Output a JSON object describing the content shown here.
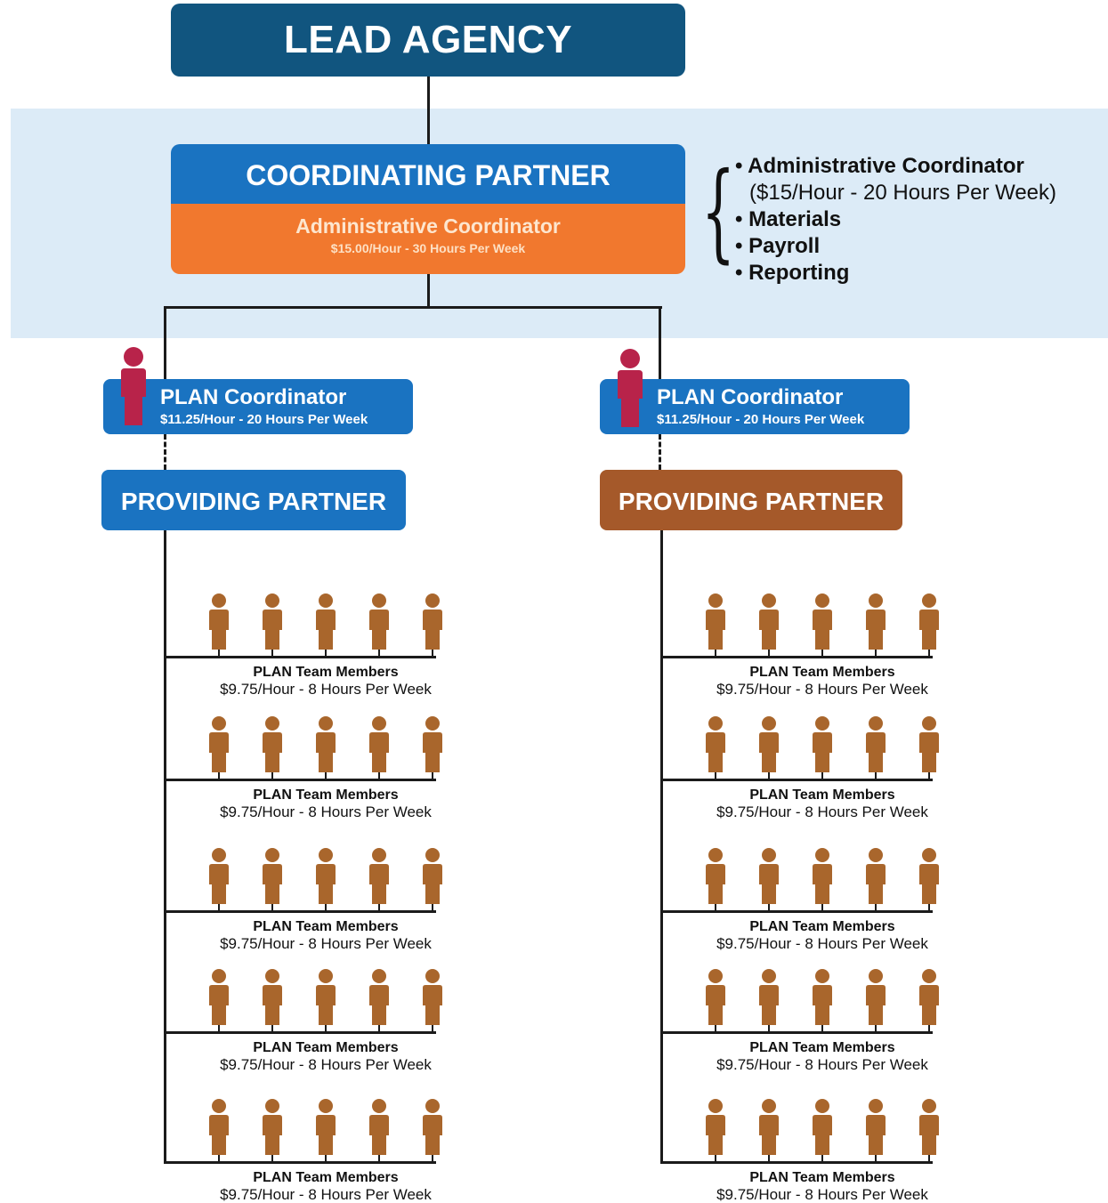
{
  "lead_agency": {
    "title": "LEAD AGENCY"
  },
  "coordinating_partner": {
    "title": "COORDINATING PARTNER",
    "role": "Administrative Coordinator",
    "rate": "$15.00/Hour - 30 Hours Per Week"
  },
  "responsibilities": {
    "items": [
      "• Administrative Coordinator",
      "($15/Hour - 20 Hours Per Week)",
      "• Materials",
      "• Payroll",
      "• Reporting"
    ]
  },
  "branches": [
    {
      "plan_coordinator": {
        "title": "PLAN Coordinator",
        "rate": "$11.25/Hour - 20 Hours Per Week"
      },
      "providing_partner": {
        "title": "PROVIDING PARTNER",
        "color": "#1a73c1"
      },
      "teams": [
        {
          "title": "PLAN Team Members",
          "rate": "$9.75/Hour - 8 Hours Per Week"
        },
        {
          "title": "PLAN Team Members",
          "rate": "$9.75/Hour - 8 Hours Per Week"
        },
        {
          "title": "PLAN Team Members",
          "rate": "$9.75/Hour - 8 Hours Per Week"
        },
        {
          "title": "PLAN Team Members",
          "rate": "$9.75/Hour - 8 Hours Per Week"
        },
        {
          "title": "PLAN Team Members",
          "rate": "$9.75/Hour - 8 Hours Per Week"
        }
      ]
    },
    {
      "plan_coordinator": {
        "title": "PLAN Coordinator",
        "rate": "$11.25/Hour - 20 Hours Per Week"
      },
      "providing_partner": {
        "title": "PROVIDING PARTNER",
        "color": "#a5592a"
      },
      "teams": [
        {
          "title": "PLAN Team Members",
          "rate": "$9.75/Hour - 8 Hours Per Week"
        },
        {
          "title": "PLAN Team Members",
          "rate": "$9.75/Hour - 8 Hours Per Week"
        },
        {
          "title": "PLAN Team Members",
          "rate": "$9.75/Hour - 8 Hours Per Week"
        },
        {
          "title": "PLAN Team Members",
          "rate": "$9.75/Hour - 8 Hours Per Week"
        },
        {
          "title": "PLAN Team Members",
          "rate": "$9.75/Hour - 8 Hours Per Week"
        }
      ]
    }
  ],
  "colors": {
    "lead": "#11557f",
    "coordinating": "#1a73c1",
    "admin": "#f1782e",
    "coordinator_person": "#b8234a",
    "team_person": "#a9662c",
    "band": "#dcebf7"
  },
  "icons": {
    "coordinator": "person-icon",
    "team_member": "person-icon"
  }
}
